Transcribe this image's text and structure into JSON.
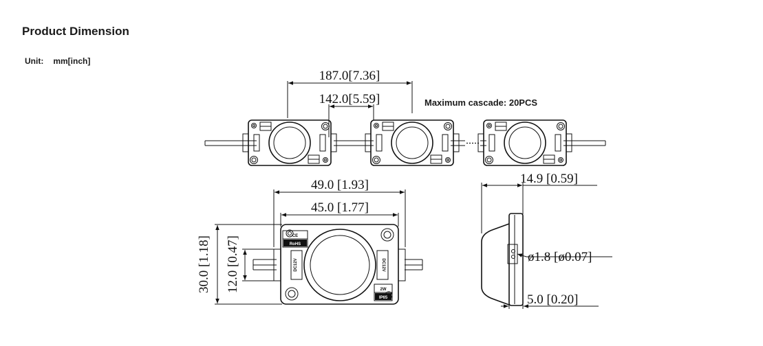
{
  "header": {
    "title": "Product Dimension",
    "unit_label": "Unit:",
    "unit_value": "mm[inch]"
  },
  "top_view": {
    "overall_pitch": "187.0[7.36]",
    "module_pitch": "142.0[5.59]",
    "cascade_note": "Maximum cascade: 20PCS"
  },
  "front_view": {
    "outer_width": "49.0 [1.93]",
    "inner_width": "45.0 [1.77]",
    "total_height": "30.0 [1.18]",
    "body_height": "12.0 [0.47]"
  },
  "side_view": {
    "depth": "14.9 [0.59]",
    "wire_diameter": "ø1.8 [ø0.07]",
    "base_thickness": "5.0 [0.20]"
  },
  "module_labels": {
    "cert_top": "CE",
    "cert_bottom": "RoHS",
    "voltage": "DC12V",
    "power": "2W",
    "ip_rating": "IP65"
  }
}
